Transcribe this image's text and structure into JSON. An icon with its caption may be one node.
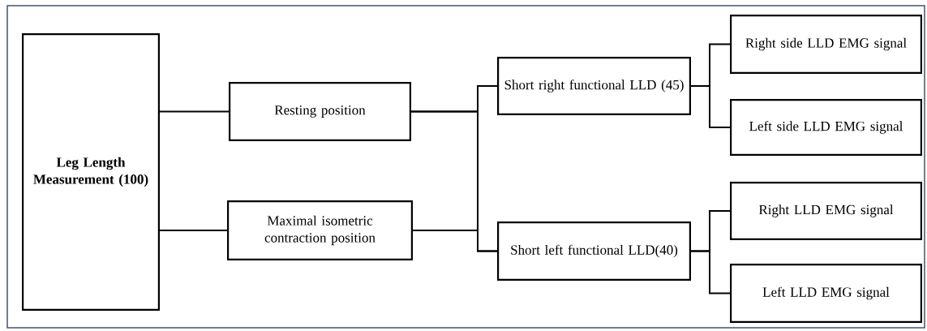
{
  "diagram": {
    "nodes": [
      {
        "text": [
          "Leg Length Measurement (100)"
        ]
      },
      {
        "text": [
          "Resting position"
        ]
      },
      {
        "text": [
          "Maximal isometric contraction position"
        ]
      },
      {
        "text": [
          "Short right functional LLD (45)"
        ]
      },
      {
        "text": [
          "Short left functional LLD(40)"
        ]
      },
      {
        "text": [
          "Right side LLD EMG signal"
        ]
      },
      {
        "text": [
          "Left side LLD EMG signal"
        ]
      },
      {
        "text": [
          "Right LLD EMG signal"
        ]
      },
      {
        "text": [
          "Left LLD EMG signal"
        ]
      }
    ],
    "edges": [
      {
        "from": 0,
        "to": 1,
        "arrow": "none"
      },
      {
        "from": 0,
        "to": 2,
        "arrow": "none"
      },
      {
        "from": 1,
        "to": 3,
        "arrow": "none"
      },
      {
        "from": 1,
        "to": 4,
        "arrow": "none"
      },
      {
        "from": 2,
        "to": 3,
        "arrow": "none"
      },
      {
        "from": 2,
        "to": 4,
        "arrow": "none"
      },
      {
        "from": 3,
        "to": 5,
        "arrow": "none"
      },
      {
        "from": 3,
        "to": 6,
        "arrow": "none"
      },
      {
        "from": 4,
        "to": 7,
        "arrow": "none"
      },
      {
        "from": 4,
        "to": 8,
        "arrow": "none"
      }
    ]
  }
}
